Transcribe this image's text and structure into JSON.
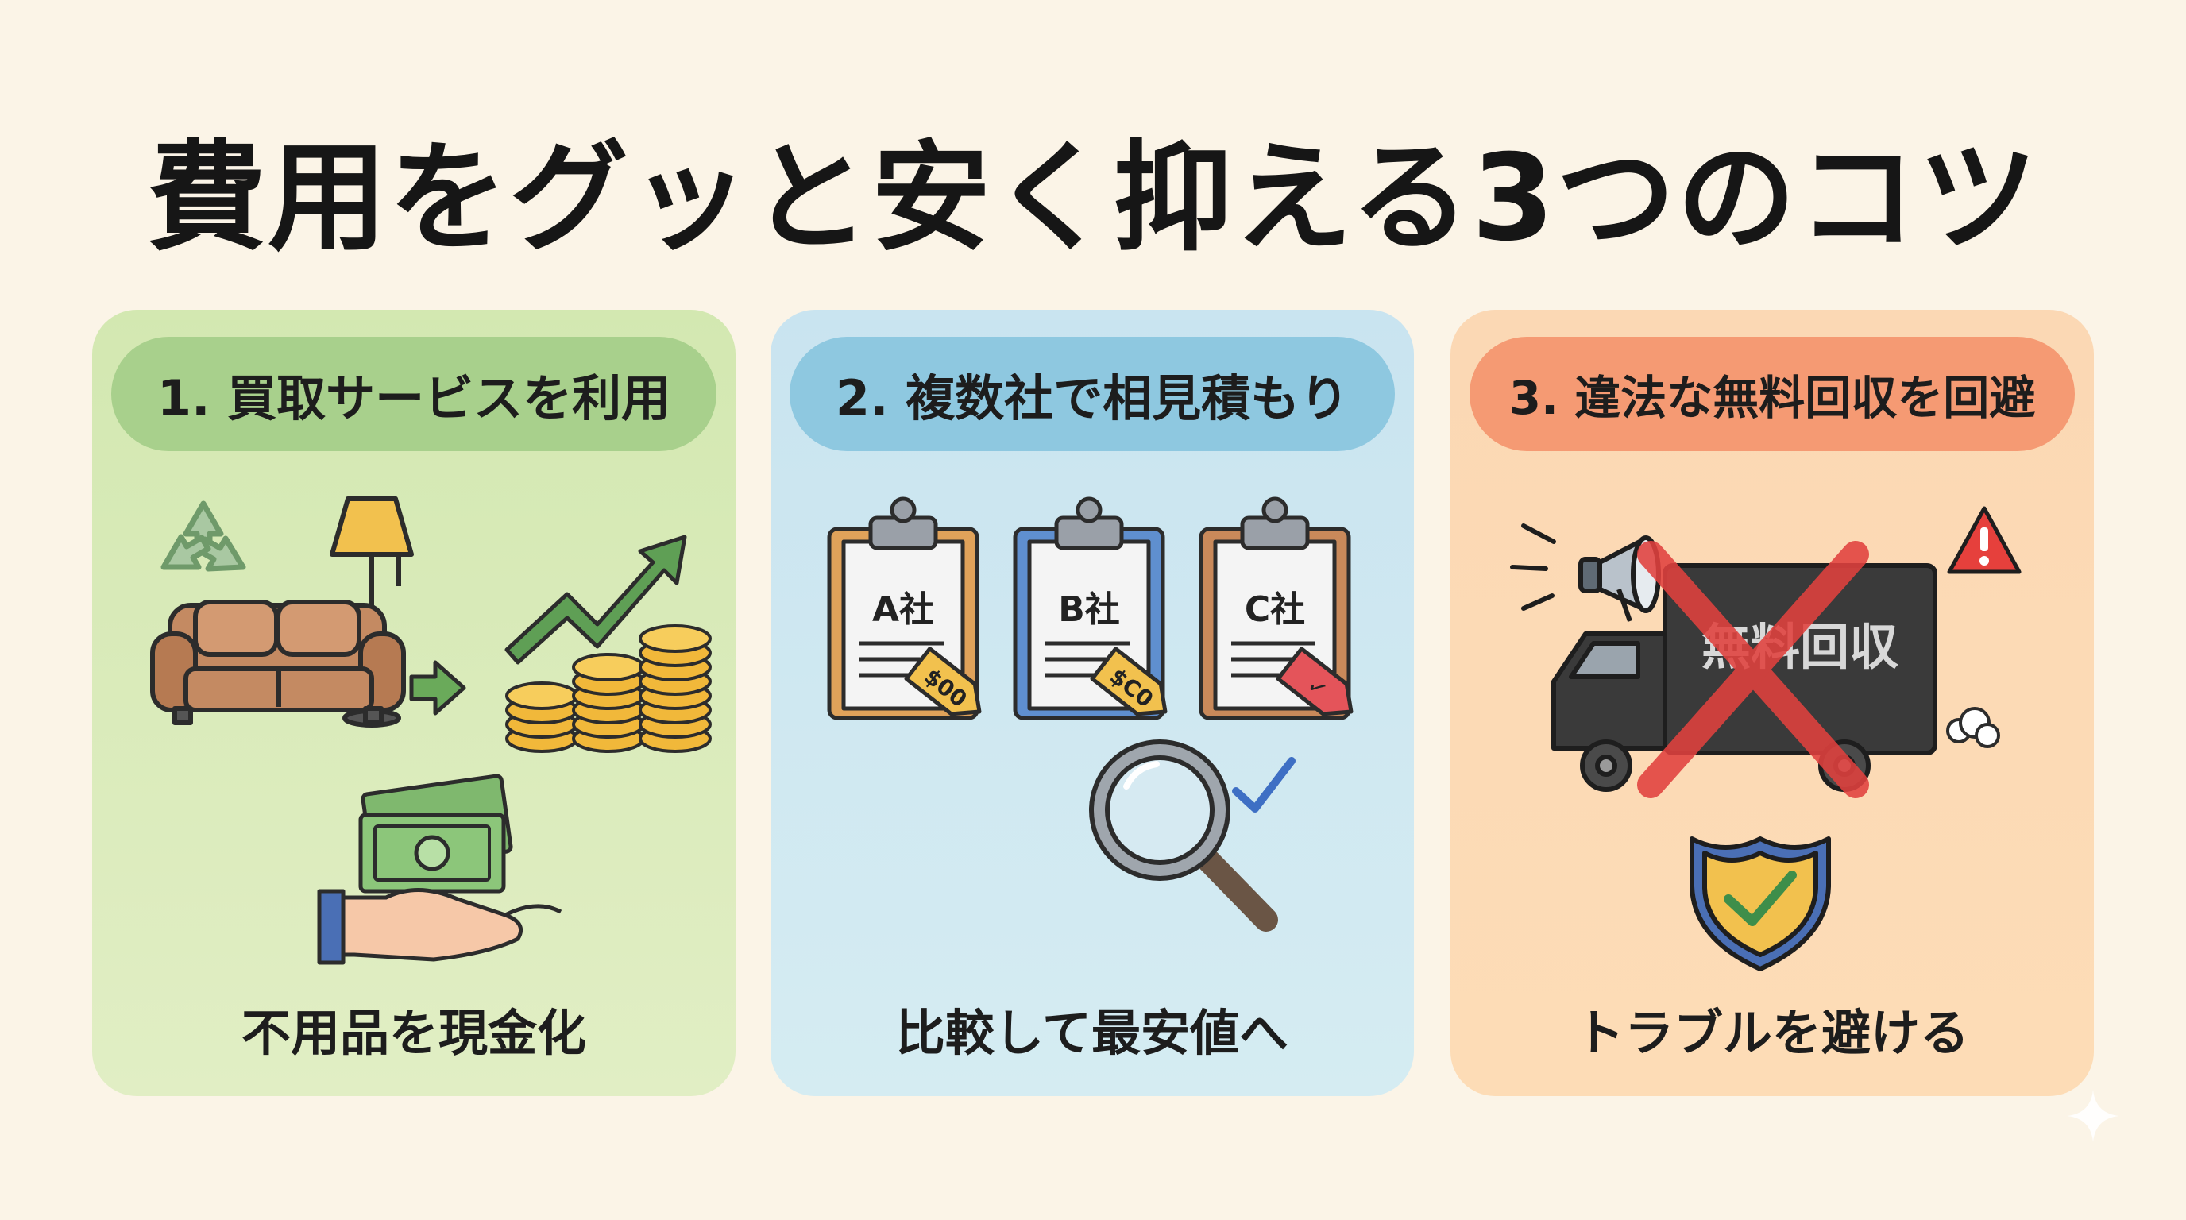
{
  "title": "費用をグッと安く抑える3つのコツ",
  "cards": [
    {
      "heading": "1. 買取サービスを利用",
      "caption": "不用品を現金化",
      "color": "#a8d08c"
    },
    {
      "heading": "2. 複数社で相見積もり",
      "caption": "比較して最安値へ",
      "color": "#8ec8e0",
      "clipboards": [
        {
          "label": "A社",
          "tag": "$00"
        },
        {
          "label": "B社",
          "tag": "$C0"
        },
        {
          "label": "C社",
          "tag": "✓"
        }
      ]
    },
    {
      "heading": "3. 違法な無料回収を回避",
      "caption": "トラブルを避ける",
      "color": "#f59a73",
      "truck_text": "無料回収"
    }
  ],
  "icons": [
    "recycle-icon",
    "sofa-icon",
    "floor-lamp-icon",
    "arrow-right-icon",
    "trend-arrow-icon",
    "coin-stacks-icon",
    "cash-hand-icon",
    "clipboard-icon",
    "price-tag-icon",
    "magnifier-icon",
    "checkmark-icon",
    "megaphone-icon",
    "truck-icon",
    "cross-mark-icon",
    "warning-icon",
    "shield-check-icon",
    "sparkle-icon"
  ]
}
